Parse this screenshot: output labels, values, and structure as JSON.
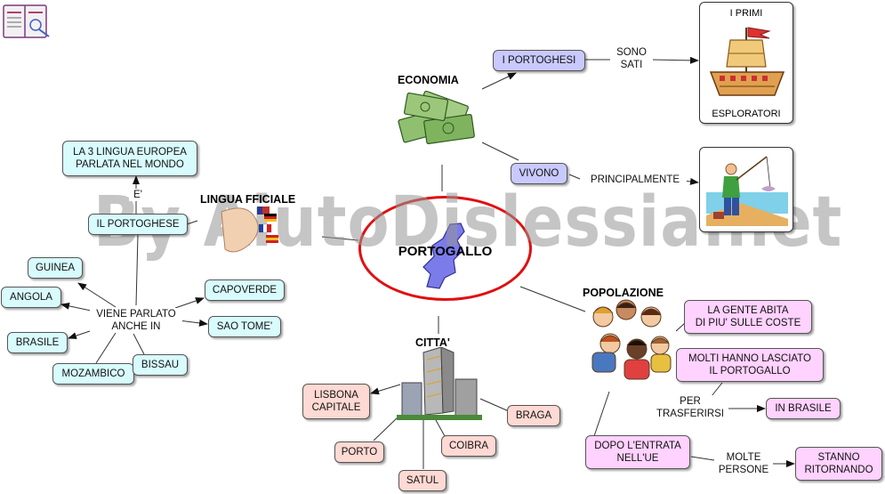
{
  "center": {
    "title": "PORTOGALLO"
  },
  "watermark": "By AiutoDislessia.net",
  "economia": {
    "heading": "ECONOMIA",
    "portoghesi": "I PORTOGHESI",
    "sono_sati": "SONO\nSATI",
    "primi_caption_top": "I PRIMI",
    "primi_caption_bottom": "ESPLORATORI",
    "vivono": "VIVONO",
    "principalmente": "PRINCIPALMENTE"
  },
  "lingua": {
    "heading": "LINGUA FFICIALE",
    "europea": "LA 3 LINGUA EUROPEA\nPARLATA NEL MONDO",
    "e": "E'",
    "portoghese": "IL PORTOGHESE",
    "viene_parlato": "VIENE PARLATO\nANCHE IN",
    "countries": {
      "guinea": "GUINEA",
      "angola": "ANGOLA",
      "brasile": "BRASILE",
      "mozambico": "MOZAMBICO",
      "bissau": "BISSAU",
      "capoverde": "CAPOVERDE",
      "sao_tome": "SAO TOME'"
    }
  },
  "citta": {
    "heading": "CITTA'",
    "lisbona": "LISBONA\nCAPITALE",
    "porto": "PORTO",
    "satul": "SATUL",
    "coibra": "COIBRA",
    "braga": "BRAGA"
  },
  "popolazione": {
    "heading": "POPOLAZIONE",
    "coste": "LA GENTE ABITA\nDI PIU' SULLE COSTE",
    "lasciato": "MOLTI HANNO LASCIATO\nIL PORTOGALLO",
    "per_trasferirsi": "PER\nTRASFERIRSI",
    "in_brasile": "IN BRASILE",
    "dopo_ue": "DOPO L'ENTRATA\nNELL'UE",
    "molte_persone": "MOLTE\nPERSONE",
    "stanno": "STANNO\nRITORNANDO"
  },
  "colors": {
    "blue_node": "#c9c9ff",
    "cyan_node": "#d8fbfd",
    "pink_node": "#ffd2ff",
    "salmon_node": "#ffd9d3",
    "ellipse": "#e01010",
    "portugal_map": "#7b7bea"
  },
  "icons": [
    "book-icon",
    "money-icon",
    "ship-icon",
    "fisherman-icon",
    "flags-icon",
    "map-icon",
    "skyscraper-icon",
    "people-icon"
  ]
}
